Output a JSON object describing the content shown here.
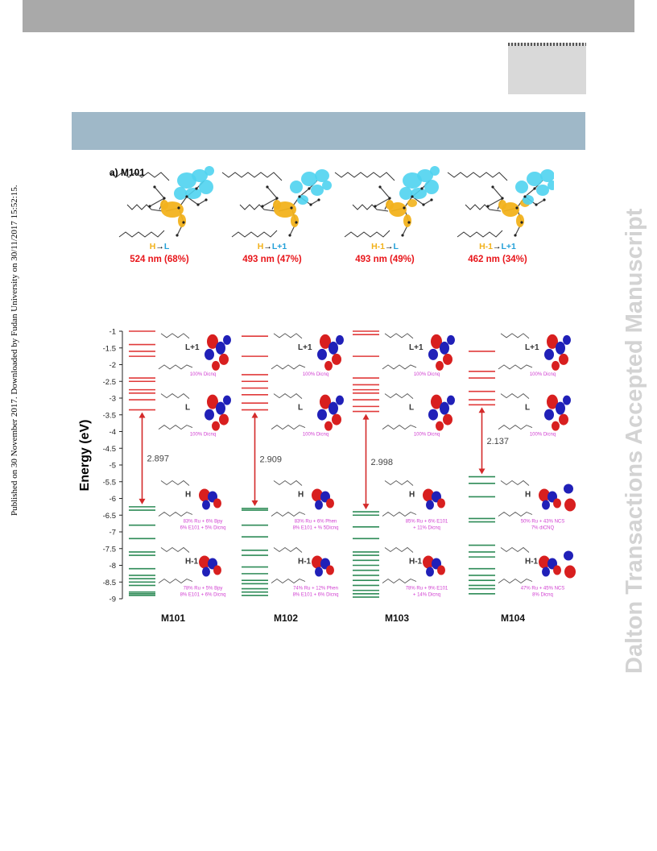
{
  "side_left": "Published on 30 November 2017. Downloaded by Fudan University on 30/11/2017 15:52:15.",
  "side_right": "Dalton Transactions Accepted Manuscript",
  "panel_a": {
    "label": "a) M101",
    "transitions": [
      {
        "h": "H",
        "l": "L",
        "nm": "524 nm (68%)"
      },
      {
        "h": "H",
        "l": "L+1",
        "nm": "493 nm (47%)"
      },
      {
        "h": "H-1",
        "l": "L",
        "nm": "493 nm (49%)"
      },
      {
        "h": "H-1",
        "l": "L+1",
        "nm": "462 nm (34%)"
      }
    ]
  },
  "panel_b": {
    "ylabel": "Energy (eV)",
    "yticks": [
      "-1",
      "-1.5",
      "-2",
      "-2.5",
      "-3",
      "-3.5",
      "-4",
      "-4.5",
      "-5",
      "-5.5",
      "-6",
      "-6.5",
      "-7",
      "-7.5",
      "-8",
      "-8.5",
      "-9"
    ],
    "ylim": [
      -9,
      -1
    ],
    "columns": [
      {
        "name": "M101",
        "gap": "2.897",
        "gap_top": -3.35,
        "gap_bottom": -6.25,
        "lumo": [
          -1.0,
          -1.4,
          -1.6,
          -1.75,
          -2.4,
          -2.5,
          -2.75,
          -2.85,
          -3.05,
          -3.35
        ],
        "homo": [
          -6.25,
          -6.35,
          -6.8,
          -7.2,
          -7.6,
          -7.7,
          -8.1,
          -8.3,
          -8.4,
          -8.5,
          -8.6,
          -8.8,
          -8.85,
          -8.9
        ],
        "orbitals": [
          {
            "tag": "L+1",
            "caption": [
              "100% Dicnq"
            ]
          },
          {
            "tag": "L",
            "caption": [
              "100% Dicnq"
            ]
          },
          {
            "tag": "H",
            "caption": [
              "83% Ru + 6% Bpy",
              "6% E101 + 5% Dicnq"
            ]
          },
          {
            "tag": "H-1",
            "caption": [
              "78% Ru + 5% Bpy",
              "8% E101 + 6% Dicnq"
            ]
          }
        ]
      },
      {
        "name": "M102",
        "gap": "2.909",
        "gap_top": -3.35,
        "gap_bottom": -6.3,
        "lumo": [
          -1.15,
          -1.75,
          -2.3,
          -2.5,
          -2.7,
          -2.9,
          -3.15,
          -3.35
        ],
        "homo": [
          -6.3,
          -6.35,
          -6.8,
          -7.15,
          -7.55,
          -7.7,
          -8.05,
          -8.25,
          -8.45,
          -8.55,
          -8.7,
          -8.8,
          -8.9
        ],
        "orbitals": [
          {
            "tag": "L+1",
            "caption": [
              "100% Dicnq"
            ]
          },
          {
            "tag": "L",
            "caption": [
              "100% Dicnq"
            ]
          },
          {
            "tag": "H",
            "caption": [
              "83% Ru + 6% Phen",
              "8% E101 + % 5Dicnq"
            ]
          },
          {
            "tag": "H-1",
            "caption": [
              "74% Ru + 12% Phen",
              "8% E101 + 6% Dicnq"
            ]
          }
        ]
      },
      {
        "name": "M103",
        "gap": "2.998",
        "gap_top": -3.4,
        "gap_bottom": -6.4,
        "lumo": [
          -1.0,
          -1.1,
          -1.75,
          -2.4,
          -2.6,
          -2.75,
          -2.85,
          -3.05,
          -3.25,
          -3.4
        ],
        "homo": [
          -6.4,
          -6.5,
          -6.85,
          -7.2,
          -7.6,
          -7.7,
          -7.85,
          -8.0,
          -8.15,
          -8.3,
          -8.45,
          -8.6,
          -8.75,
          -8.85,
          -8.95
        ],
        "orbitals": [
          {
            "tag": "L+1",
            "caption": [
              "100% Dicnq"
            ]
          },
          {
            "tag": "L",
            "caption": [
              "100% Dicnq"
            ]
          },
          {
            "tag": "H",
            "caption": [
              "85% Ru + 6% E101",
              "+ 11% Dicnq"
            ]
          },
          {
            "tag": "H-1",
            "caption": [
              "78% Ru + 9% E101",
              "+ 14% Dicnq"
            ]
          }
        ]
      },
      {
        "name": "M104",
        "gap": "2.137",
        "gap_top": -3.2,
        "gap_bottom": -5.35,
        "lumo": [
          -1.6,
          -2.2,
          -2.4,
          -2.8,
          -3.05,
          -3.2
        ],
        "homo": [
          -5.35,
          -5.55,
          -5.95,
          -6.6,
          -6.7,
          -7.4,
          -7.6,
          -7.75,
          -8.1,
          -8.3,
          -8.45,
          -8.6,
          -8.7,
          -8.85
        ],
        "orbitals": [
          {
            "tag": "L+1",
            "caption": [
              "100% Dicnq"
            ]
          },
          {
            "tag": "L",
            "caption": [
              "100% Dicnq"
            ]
          },
          {
            "tag": "H",
            "caption": [
              "50% Ru + 43% NCS",
              "7% diCNQ"
            ]
          },
          {
            "tag": "H-1",
            "caption": [
              "47% Ru + 45% NCS",
              "8% Dicnq"
            ]
          }
        ]
      }
    ]
  },
  "colors": {
    "lumo": "#e03a3a",
    "homo": "#2e8b57",
    "arrow": "#d42a2a",
    "caption": "#d03cd0",
    "hole": "#f2b21c",
    "electron": "#4fd3f0",
    "nm": "#e8161b",
    "lumo_label": "#24a0d8"
  }
}
